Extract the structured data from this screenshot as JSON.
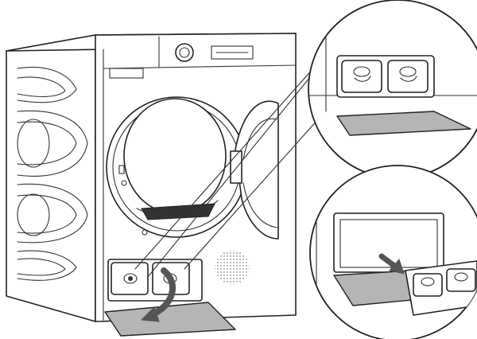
{
  "figure": {
    "subject": "dryer-water-container-removal",
    "colors": {
      "line": "#222222",
      "door_panel": "#b5b5b5",
      "arrow": "#555555",
      "background": "#ffffff"
    },
    "icons": [
      "curved-arrow-icon",
      "straight-arrow-icon"
    ],
    "callouts": [
      {
        "name": "detail-top",
        "shows": "water-container-flap-open"
      },
      {
        "name": "detail-bottom",
        "shows": "water-container-pulled-out"
      }
    ]
  }
}
